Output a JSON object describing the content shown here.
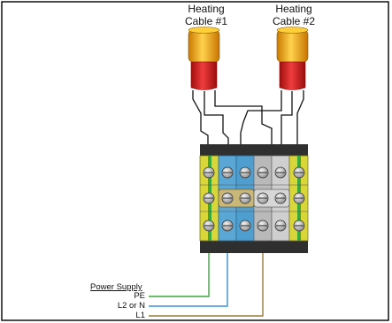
{
  "cables": [
    {
      "line1": "Heating",
      "line2": "Cable #1"
    },
    {
      "line1": "Heating",
      "line2": "Cable #2"
    }
  ],
  "power_supply": {
    "title": "Power Supply",
    "lines": [
      "PE",
      "L2 or N",
      "L1"
    ]
  },
  "colors": {
    "pe_wire": "#3aa83a",
    "neutral_wire": "#3c8fcf",
    "phase_wire": "#9a7a3a",
    "cable_sleeve": "#f0a818",
    "cable_boot": "#d42020",
    "terminal_pe": "#d9d63a",
    "terminal_blue": "#5aa7d6",
    "terminal_grey": "#b9b9b9"
  },
  "icons": [
    "heating-cable-icon",
    "terminal-block-icon"
  ]
}
